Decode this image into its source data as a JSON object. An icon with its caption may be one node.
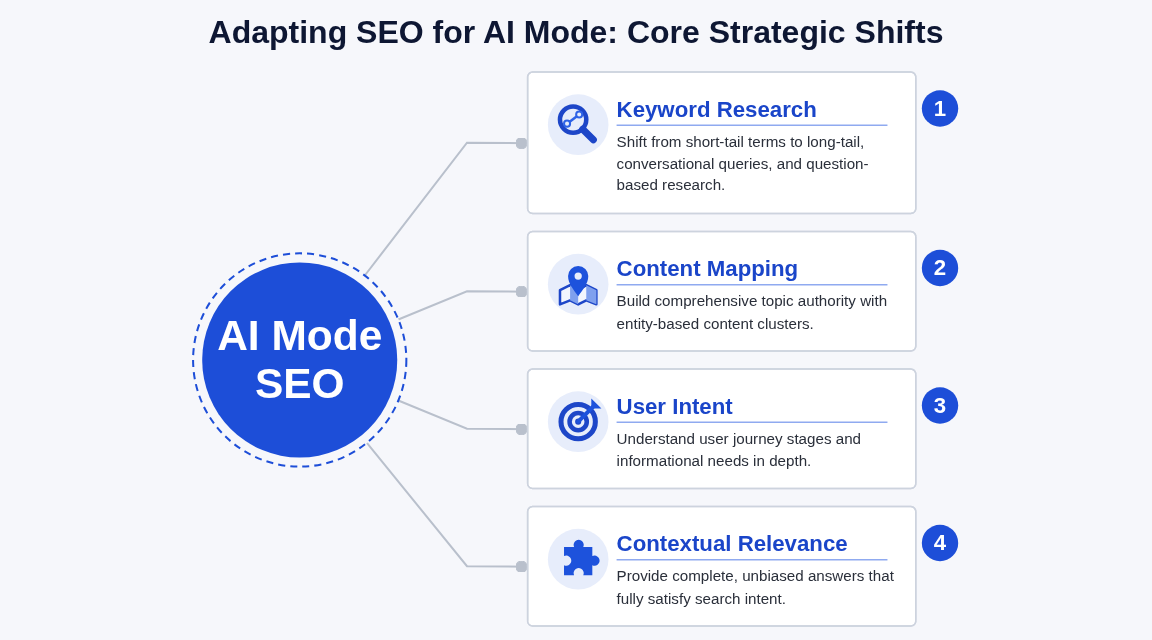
{
  "diagram": {
    "title": "Adapting SEO for AI Mode: Core Strategic Shifts",
    "nodes": [
      {
        "text": [
          "Keyword Research",
          "Shift from short-tail terms to long-tail, conversational queries, and question-based research."
        ],
        "beside": [
          "1"
        ]
      },
      {
        "text": [
          "Content Mapping",
          "Build comprehensive topic authority with entity-based content clusters."
        ],
        "beside": [
          "2"
        ]
      },
      {
        "text": [
          "AI Mode SEO"
        ]
      },
      {
        "text": [
          "User Intent",
          "Understand user journey stages and informational needs in depth."
        ],
        "beside": [
          "3"
        ]
      },
      {
        "text": [
          "Contextual Relevance",
          "Provide complete, unbiased answers that fully satisfy search intent."
        ],
        "beside": [
          "4"
        ]
      }
    ],
    "edges": [
      {
        "from": 2,
        "to": 0,
        "arrow": "other"
      },
      {
        "from": 2,
        "to": 1,
        "arrow": "other"
      },
      {
        "from": 2,
        "to": 3,
        "arrow": "other"
      },
      {
        "from": 2,
        "to": 4,
        "arrow": "other"
      }
    ]
  }
}
